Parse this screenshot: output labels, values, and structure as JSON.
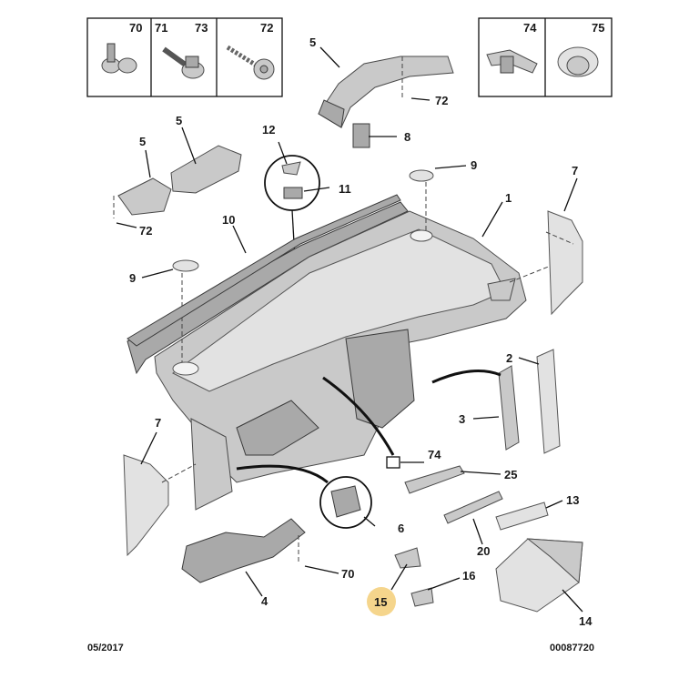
{
  "header_boxes": {
    "left": [
      "70",
      "71",
      "73",
      "72"
    ],
    "right": [
      "74",
      "75"
    ]
  },
  "callouts": {
    "c1": "1",
    "c2": "2",
    "c3": "3",
    "c4": "4",
    "c5a": "5",
    "c5b": "5",
    "c5c": "5",
    "c6": "6",
    "c7a": "7",
    "c7b": "7",
    "c8": "8",
    "c9a": "9",
    "c9b": "9",
    "c10": "10",
    "c11": "11",
    "c12": "12",
    "c13": "13",
    "c14": "14",
    "c15": "15",
    "c16": "16",
    "c20": "20",
    "c25": "25",
    "c70": "70",
    "c72a": "72",
    "c72b": "72",
    "c74": "74"
  },
  "highlight_color": "#f5d58c",
  "footer": {
    "date": "05/2017",
    "ref": "00087720"
  }
}
